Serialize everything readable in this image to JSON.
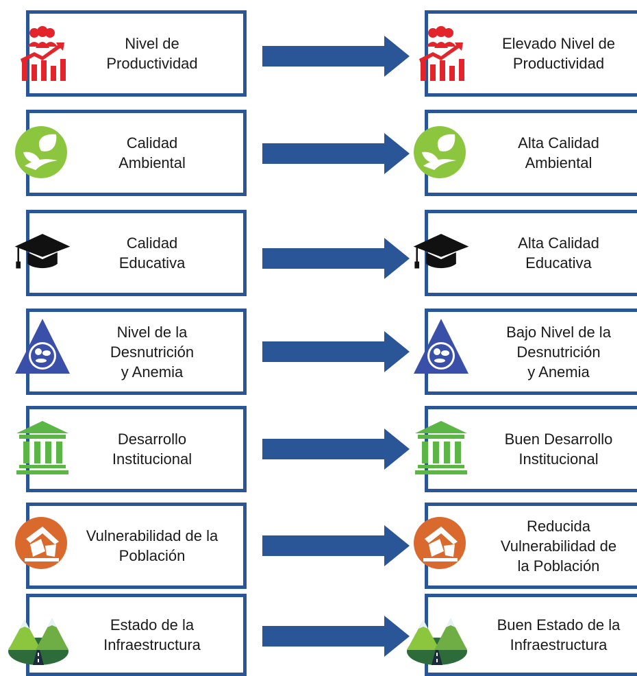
{
  "colors": {
    "box_border": "#2a5597",
    "arrow": "#2a5597",
    "productivity_red": "#e3242b",
    "green": "#8cc63f",
    "black": "#111111",
    "nutrition_blue": "#3a4fa8",
    "institution_green": "#5cb646",
    "vulnerability_orange": "#d9692c"
  },
  "rows": [
    {
      "left_label": "Nivel de\nProductividad",
      "right_label": "Elevado Nivel de\nProductividad",
      "icon": "productivity-chart-icon"
    },
    {
      "left_label": "Calidad\nAmbiental",
      "right_label": "Alta Calidad\nAmbiental",
      "icon": "leaf-icon"
    },
    {
      "left_label": "Calidad\nEducativa",
      "right_label": "Alta Calidad\nEducativa",
      "icon": "graduation-cap-icon"
    },
    {
      "left_label": "Nivel de la\nDesnutrición\ny Anemia",
      "right_label": "Bajo Nivel de la\nDesnutrición\ny Anemia",
      "icon": "food-triangle-icon"
    },
    {
      "left_label": "Desarrollo\nInstitucional",
      "right_label": "Buen Desarrollo\nInstitucional",
      "icon": "institution-building-icon"
    },
    {
      "left_label": "Vulnerabilidad de la\nPoblación",
      "right_label": "Reducida\nVulnerabilidad de\nla Población",
      "icon": "collapsed-house-icon"
    },
    {
      "left_label": "Estado de la\nInfraestructura",
      "right_label": "Buen Estado de la\nInfraestructura",
      "icon": "mountain-road-icon"
    }
  ]
}
